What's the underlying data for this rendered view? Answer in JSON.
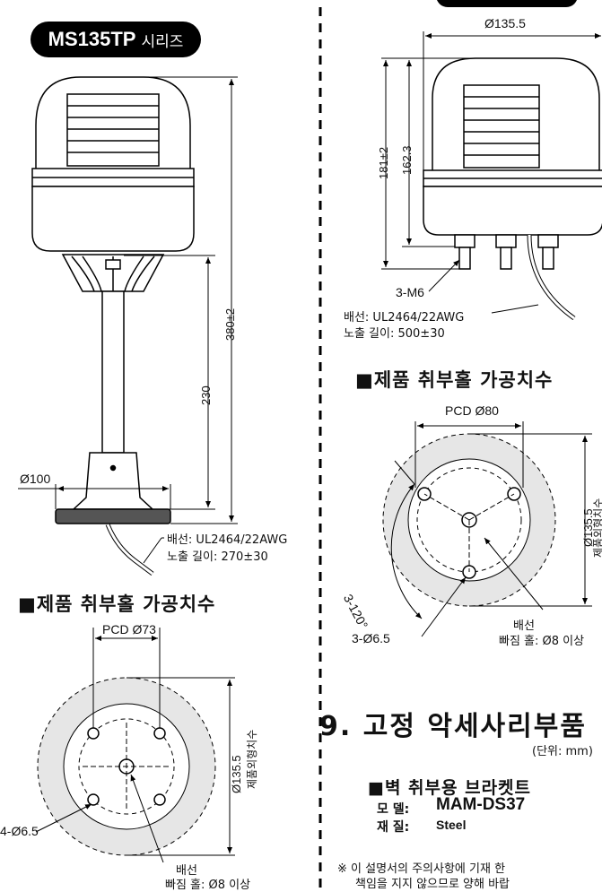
{
  "left": {
    "series_model": "MS135TP",
    "series_suffix": "시리즈",
    "dim_height": "380±2",
    "dim_pole": "230",
    "dim_base": "Ø100",
    "cable_spec": "배선: UL2464/22AWG",
    "cable_length": "노출 길이: 270±30",
    "hole_heading": "■제품 취부홀 가공치수",
    "pcd": "PCD Ø73",
    "outer_dia": "Ø135.5",
    "outer_label": "제품외형치수",
    "holes": "4-Ø6.5",
    "wiring": "배선",
    "pass_hole": "빠짐 홀: Ø8 이상"
  },
  "right": {
    "dim_dia": "Ø135.5",
    "dim_total": "181±2",
    "dim_body": "162.3",
    "screws": "3-M6",
    "cable_spec": "배선: UL2464/22AWG",
    "cable_length": "노출 길이: 500±30",
    "hole_heading": "■제품 취부홀 가공치수",
    "pcd": "PCD Ø80",
    "outer_dia": "Ø135.5",
    "outer_label": "제품외형치수",
    "angle": "3-120°",
    "holes": "3-Ø6.5",
    "wiring": "배선",
    "pass_hole": "빠짐 홀: Ø8 이상"
  },
  "section": {
    "title": "9. 고정 악세사리부품",
    "unit": "(단위: mm)",
    "bracket_heading": "■벽 취부용 브라켓트",
    "model_label": "모 델:",
    "model_value": "MAM-DS37",
    "material_label": "재 질:",
    "material_value": "Steel",
    "note_line1": "※ 이 설명서의 주의사항에 기재 한",
    "note_line2": "책임을 지지 않으므로 양해 바랍"
  }
}
